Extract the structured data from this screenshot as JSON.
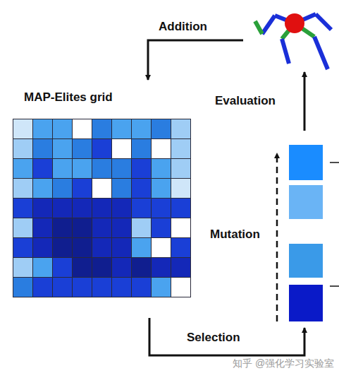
{
  "diagram": {
    "nodes": [
      {
        "text": [
          "MAP-Elites grid"
        ]
      }
    ],
    "labels": [
      "Addition",
      "Evaluation",
      "Mutation",
      "Selection",
      "知乎 @强化学习实验室"
    ]
  }
}
